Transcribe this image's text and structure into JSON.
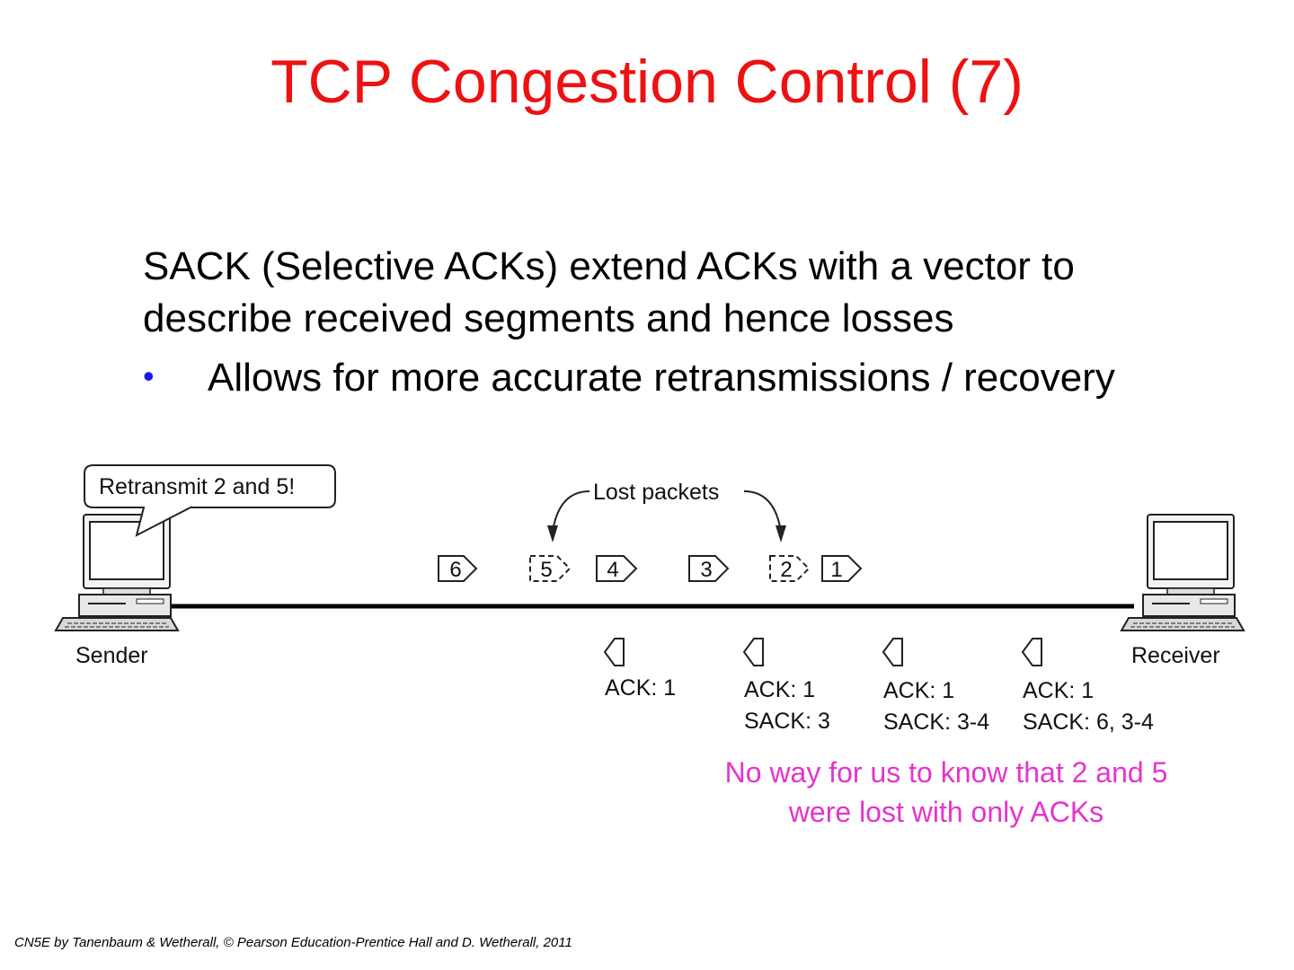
{
  "slide": {
    "title": "TCP Congestion Control (7)",
    "paragraph": "SACK (Selective ACKs) extend ACKs with a vector to describe received segments and hence losses",
    "bullet": "Allows for more accurate retransmissions / recovery",
    "note": "No way for us to know that 2 and 5 were lost with only ACKs",
    "footer": "CN5E by Tanenbaum & Wetherall, © Pearson Education-Prentice Hall and D. Wetherall, 2011"
  },
  "diagram": {
    "speech_bubble": "Retransmit 2 and 5!",
    "lost_label": "Lost packets",
    "sender_label": "Sender",
    "receiver_label": "Receiver",
    "packets": [
      "6",
      "5",
      "4",
      "3",
      "2",
      "1"
    ],
    "lost_packets": [
      "5",
      "2"
    ],
    "acks": [
      {
        "line1": "ACK: 1",
        "line2": ""
      },
      {
        "line1": "ACK: 1",
        "line2": "SACK: 3"
      },
      {
        "line1": "ACK: 1",
        "line2": "SACK: 3-4"
      },
      {
        "line1": "ACK: 1",
        "line2": "SACK: 6, 3-4"
      }
    ]
  },
  "colors": {
    "title": "#ee1111",
    "bullet": "#1a1aee",
    "note": "#e633cc"
  }
}
